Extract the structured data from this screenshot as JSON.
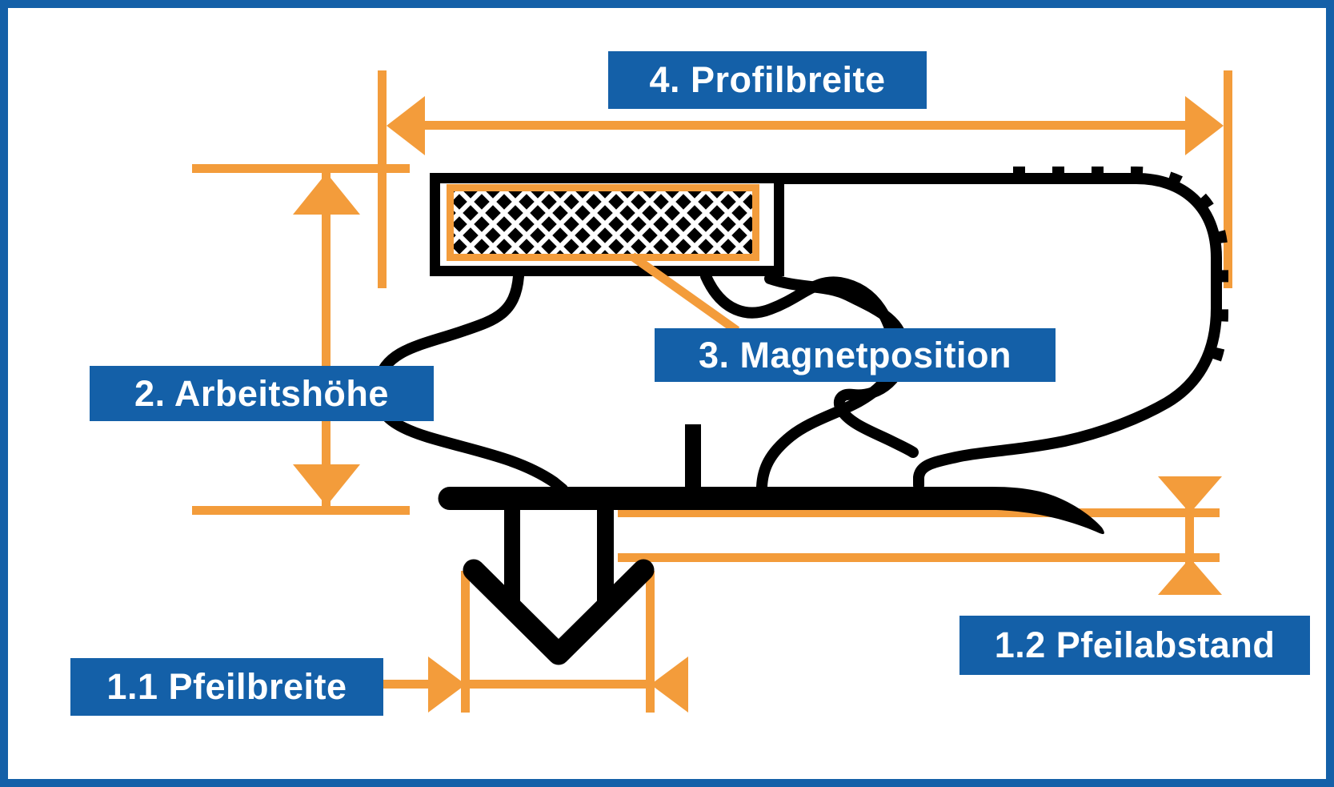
{
  "diagram": {
    "type": "gasket-profile-cross-section",
    "labels": {
      "profilbreite": "4. Profilbreite",
      "arbeitshoehe": "2. Arbeitshöhe",
      "magnetposition": "3. Magnetposition",
      "pfeilbreite": "1.1 Pfeilbreite",
      "pfeilabstand": "1.2 Pfeilabstand"
    },
    "colors": {
      "dimension_orange": "#F39C3B",
      "label_blue": "#1460A8",
      "outline_black": "#000000",
      "background": "#FFFFFF",
      "frame_border_blue": "#1460A8",
      "label_text": "#FFFFFF"
    }
  }
}
